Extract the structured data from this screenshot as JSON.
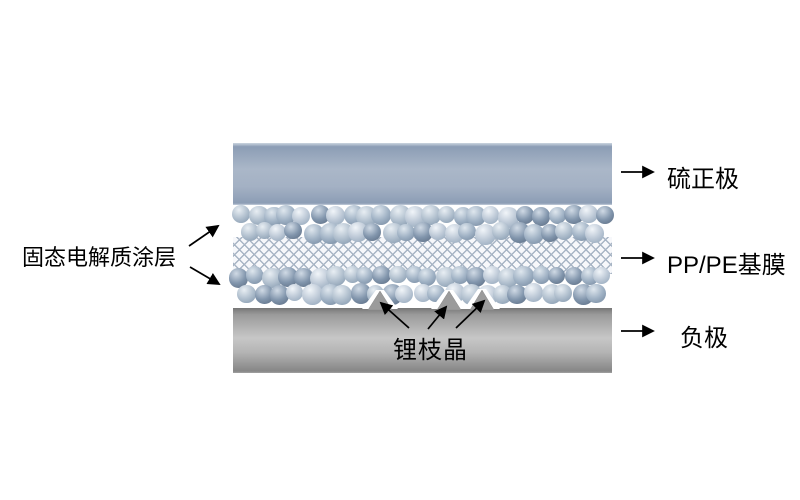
{
  "labels": {
    "coating": "固态电解质涂层",
    "cathode": "硫正极",
    "separator": "PP/PE基膜",
    "anode": "负极",
    "dendrite": "锂枝晶"
  },
  "colors": {
    "cathode_mid": "#aab7c8",
    "cathode_edge": "#8c9db5",
    "anode_mid": "#c7c7c7",
    "anode_edge": "#868686",
    "mesh_line": "#a8b5c5",
    "mesh_bg": "#f7f8fb",
    "dendrite_fill": "#9b9b9b",
    "dendrite_edge": "#8a8a8a",
    "arrow": "#000000",
    "text": "#000000"
  },
  "particles": {
    "palette": [
      {
        "hi": "#f1f5f9",
        "base": "#bcc8d6",
        "dark": "#8da2b7"
      },
      {
        "hi": "#dfe7ee",
        "base": "#9fb1c4",
        "dark": "#71859c"
      },
      {
        "hi": "#d0dae5",
        "base": "#8195ac",
        "dark": "#58697f"
      },
      {
        "hi": "#e8eef3",
        "base": "#afbecd",
        "dark": "#7e93a9"
      }
    ]
  }
}
